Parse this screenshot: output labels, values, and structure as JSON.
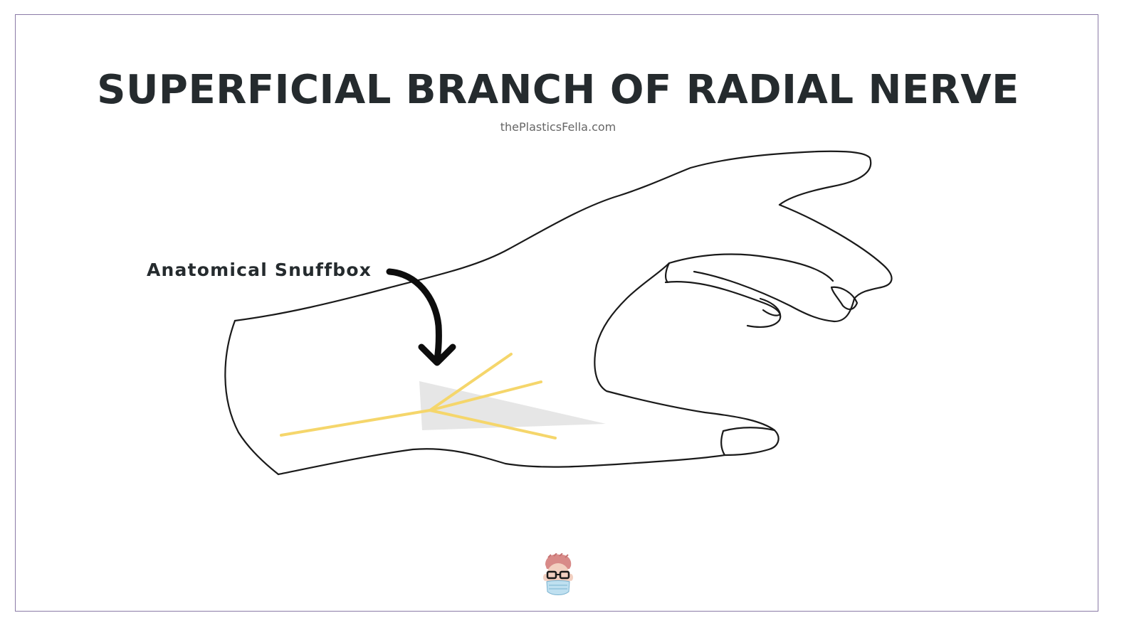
{
  "title": "SUPERFICIAL BRANCH OF RADIAL NERVE",
  "subtitle": "thePlasticsFella.com",
  "annotation": {
    "label": "Anatomical Snuffbox"
  },
  "colors": {
    "frame": "#8a7aa6",
    "title": "#252b2e",
    "outline": "#1a1a1a",
    "nerve": "#f5d66b",
    "snuffbox": "#e6e6e6",
    "arrow": "#0d0d0d"
  },
  "logo": {
    "icon": "masked-surgeon-avatar-icon"
  }
}
